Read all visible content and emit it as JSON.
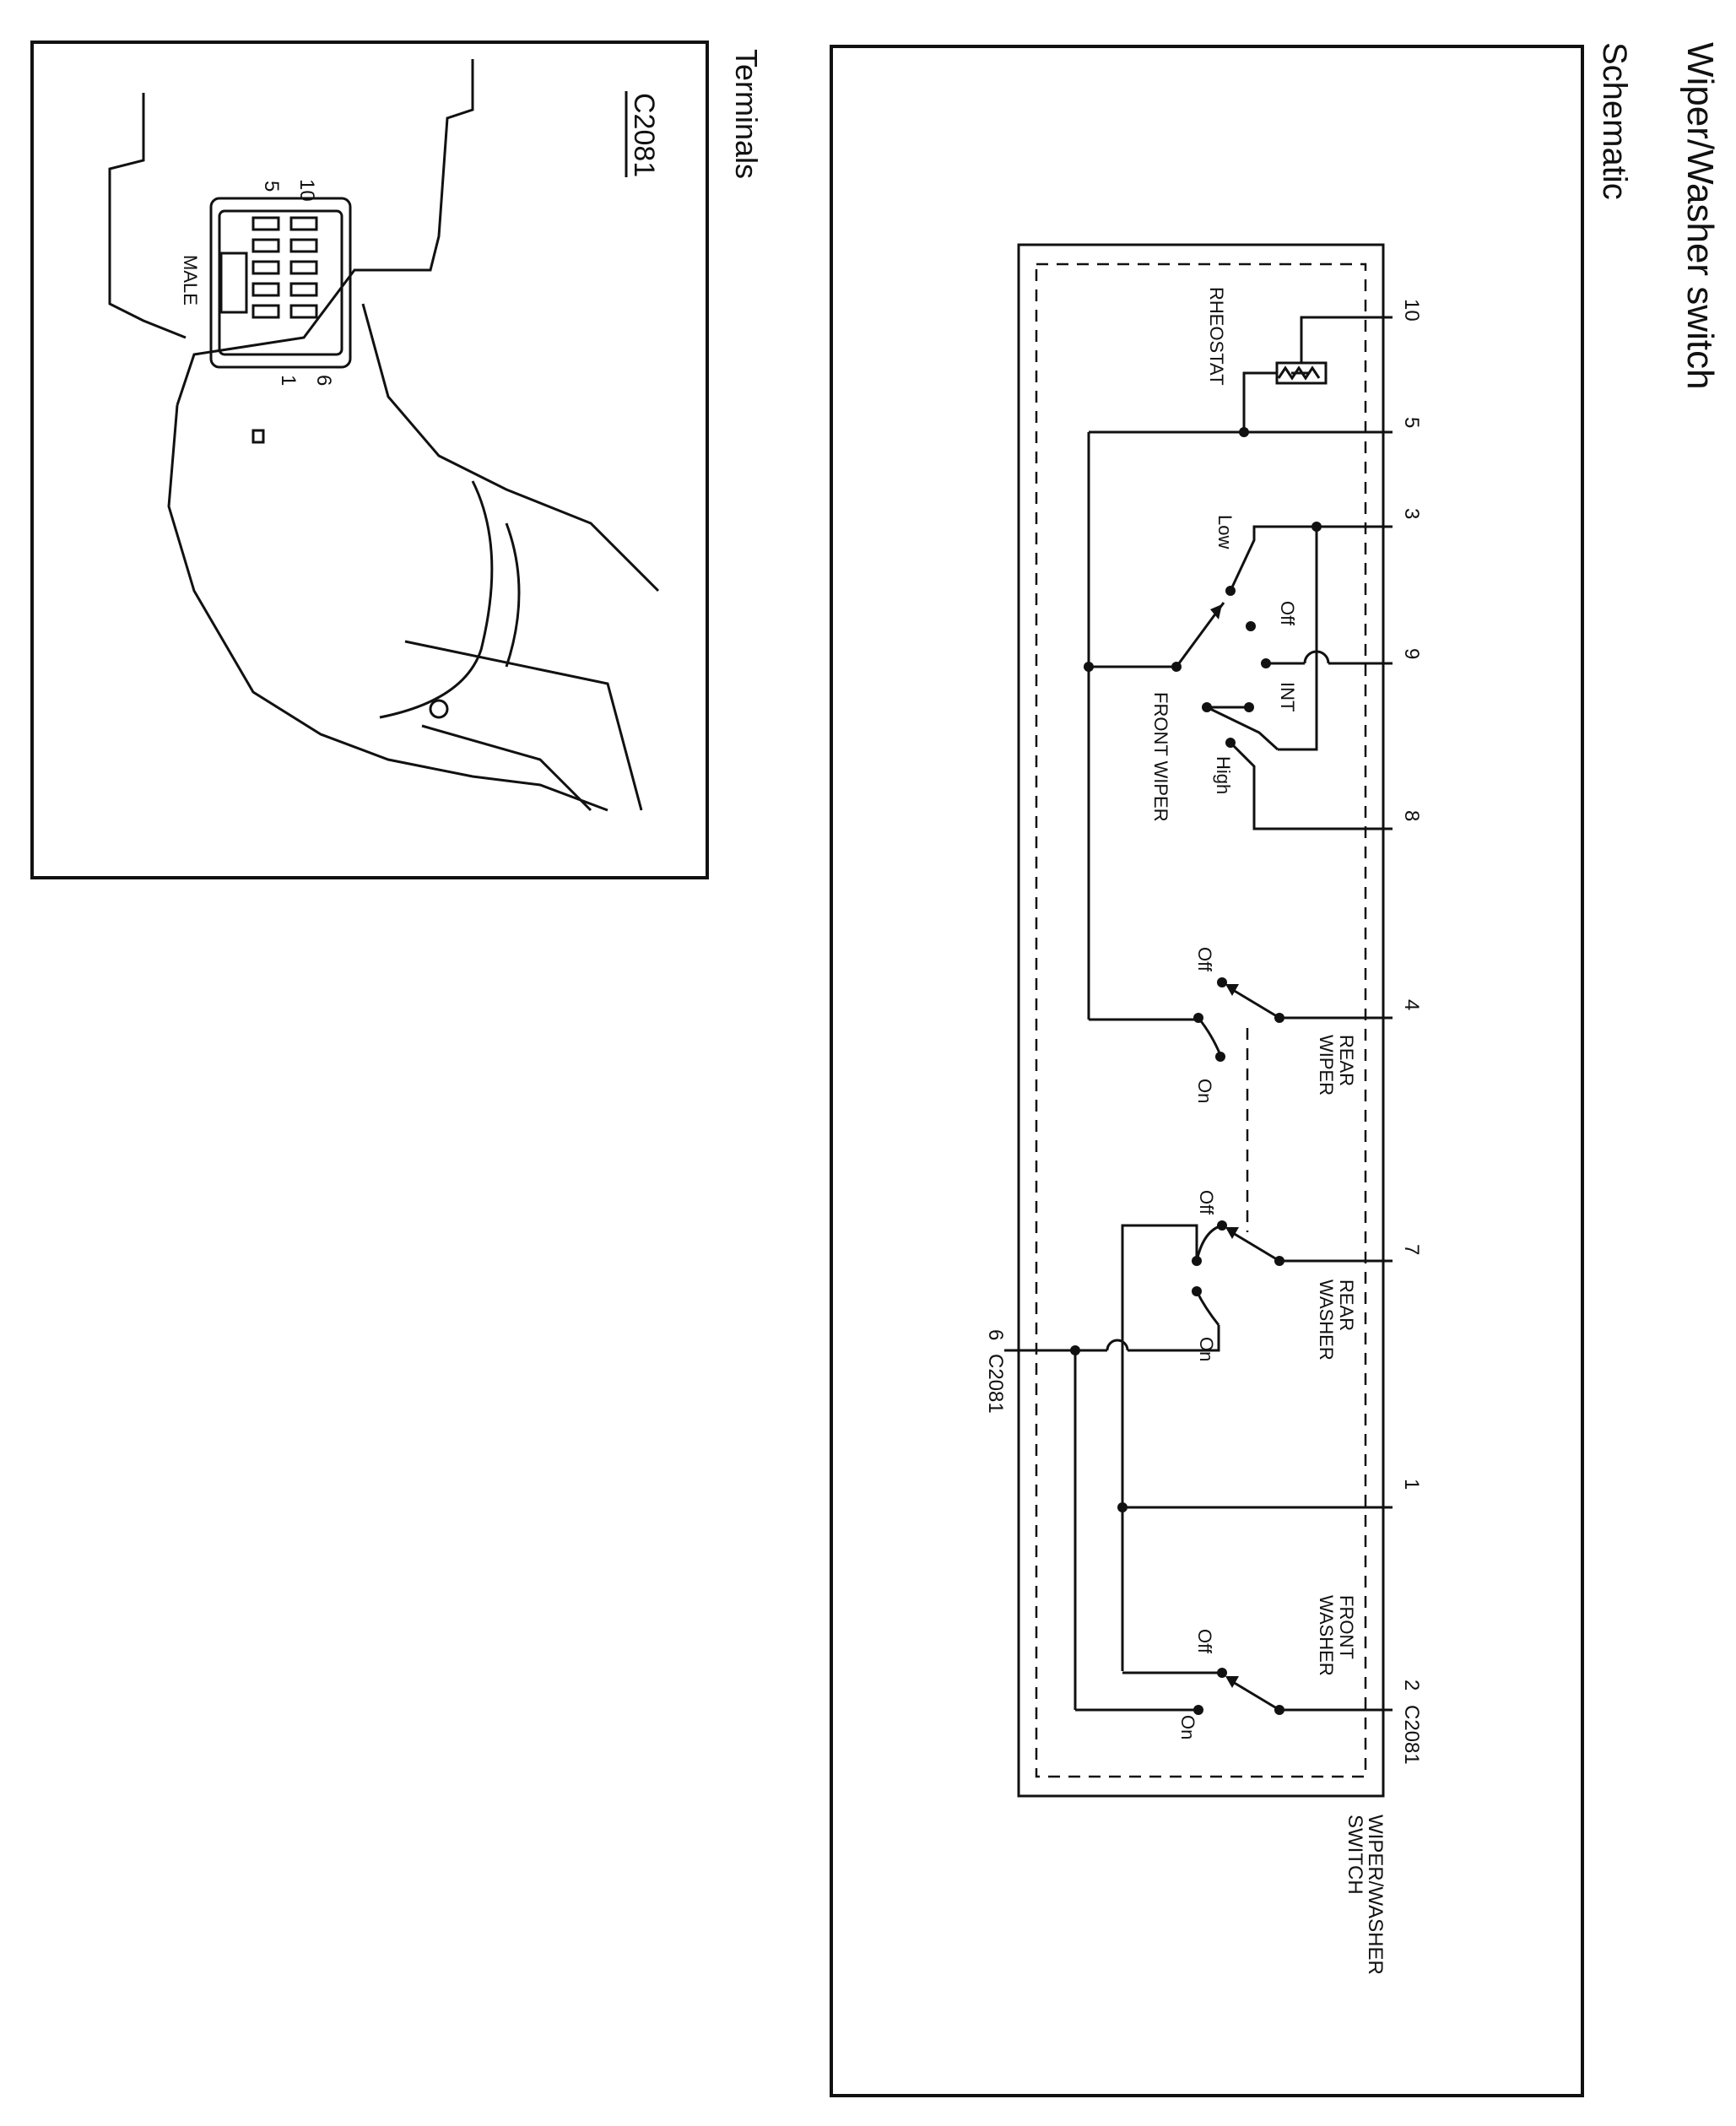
{
  "page": {
    "title": "Wiper/Washer switch",
    "subtitle": "Schematic"
  },
  "schematic": {
    "component_label": [
      "WIPER/WASHER",
      "SWITCH"
    ],
    "connector": "C2081",
    "pins_top": [
      "10",
      "5",
      "3",
      "9",
      "8",
      "4",
      "7",
      "1",
      "2"
    ],
    "pin_bottom": "6",
    "rheostat_label": "RHEOSTAT",
    "front_wiper": {
      "label": "FRONT WIPER",
      "positions": [
        "Low",
        "Off",
        "INT",
        "High"
      ]
    },
    "rear_wiper": {
      "label": [
        "REAR",
        "WIPER"
      ],
      "positions": [
        "Off",
        "On"
      ]
    },
    "rear_washer": {
      "label": [
        "REAR",
        "WASHER"
      ],
      "positions": [
        "Off",
        "On"
      ]
    },
    "front_washer": {
      "label": [
        "FRONT",
        "WASHER"
      ],
      "positions": [
        "Off",
        "On"
      ]
    }
  },
  "terminals": {
    "title": "Terminals",
    "connector": "C2081",
    "pin_labels": [
      "10",
      "5",
      "6",
      "1"
    ],
    "gender": "MALE"
  }
}
